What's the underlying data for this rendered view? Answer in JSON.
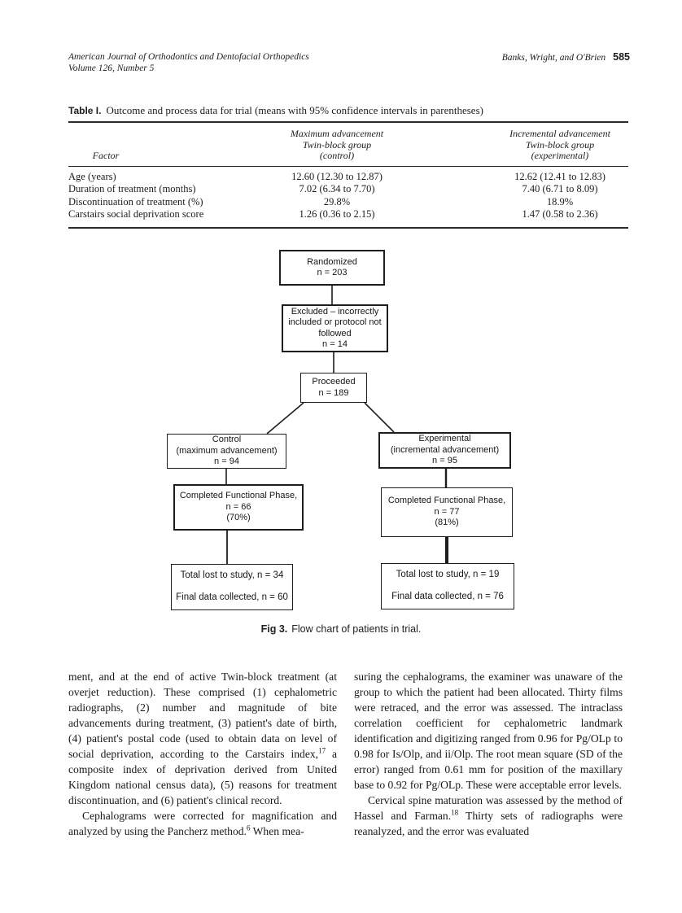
{
  "header": {
    "journal_line1": "American Journal of Orthodontics and Dentofacial Orthopedics",
    "journal_line2": "Volume 126, Number 5",
    "authors": "Banks, Wright, and O'Brien",
    "page_number": "585"
  },
  "table": {
    "label": "Table I.",
    "title": "Outcome and process data for trial (means with 95% confidence intervals in parentheses)",
    "columns": {
      "factor": "Factor",
      "control": "Maximum advancement\nTwin-block group\n(control)",
      "experimental": "Incremental advancement\nTwin-block group\n(experimental)"
    },
    "rows": [
      [
        "Age (years)",
        "12.60 (12.30 to 12.87)",
        "12.62 (12.41 to 12.83)"
      ],
      [
        "Duration of treatment (months)",
        "7.02 (6.34 to 7.70)",
        "7.40 (6.71 to 8.09)"
      ],
      [
        "Discontinuation of treatment (%)",
        "29.8%",
        "18.9%"
      ],
      [
        "Carstairs social deprivation score",
        "1.26 (0.36 to 2.15)",
        "1.47 (0.58 to 2.36)"
      ]
    ]
  },
  "flowchart": {
    "boxes": {
      "randomized": "Randomized\nn = 203",
      "excluded": "Excluded – incorrectly\nincluded or protocol not\nfollowed\nn = 14",
      "proceeded": "Proceeded\nn = 189",
      "control": "Control\n(maximum advancement)\nn = 94",
      "experimental": "Experimental\n(incremental  advancement)\nn = 95",
      "completed_control": "Completed Functional Phase,\nn = 66\n(70%)",
      "completed_experimental": "Completed Functional Phase,\nn = 77\n(81%)",
      "lost_control": "Total lost to study, n = 34\n\nFinal data collected, n = 60",
      "lost_experimental": "Total lost to study, n = 19\n\nFinal data collected, n = 76"
    },
    "caption_label": "Fig 3.",
    "caption_text": "Flow chart of patients in trial."
  },
  "body": {
    "left_column": [
      {
        "indent": false,
        "segments": [
          {
            "text": "ment, and at the end of active Twin-block treatment (at overjet reduction). These comprised (1) cephalometric radiographs, (2) number and magnitude of bite advancements during treatment, (3) patient's date of birth, (4) patient's postal code (used to obtain data on level of social deprivation, according to the Carstairs index,"
          },
          {
            "sup": "17"
          },
          {
            "text": " a composite index of deprivation derived from United Kingdom national census data), (5) reasons for treatment discontinuation, and (6) patient's clinical record."
          }
        ]
      },
      {
        "indent": true,
        "segments": [
          {
            "text": "Cephalograms were corrected for magnification and analyzed by using the Pancherz method."
          },
          {
            "sup": "6"
          },
          {
            "text": " When mea-"
          }
        ]
      }
    ],
    "right_column": [
      {
        "indent": false,
        "segments": [
          {
            "text": "suring the cephalograms, the examiner was unaware of the group to which the patient had been allocated. Thirty films were retraced, and the error was assessed. The intraclass correlation coefficient for cephalometric landmark identification and digitizing ranged from 0.96 for Pg/OLp to 0.98 for Is/Olp, and ii/Olp. The root mean square (SD of the error) ranged from 0.61 mm for position of the maxillary base to 0.92 for Pg/OLp. These were acceptable error levels."
          }
        ]
      },
      {
        "indent": true,
        "segments": [
          {
            "text": "Cervical spine maturation was assessed by the method of Hassel and Farman."
          },
          {
            "sup": "18"
          },
          {
            "text": " Thirty sets of radiographs were reanalyzed, and the error was evaluated"
          }
        ]
      }
    ]
  }
}
